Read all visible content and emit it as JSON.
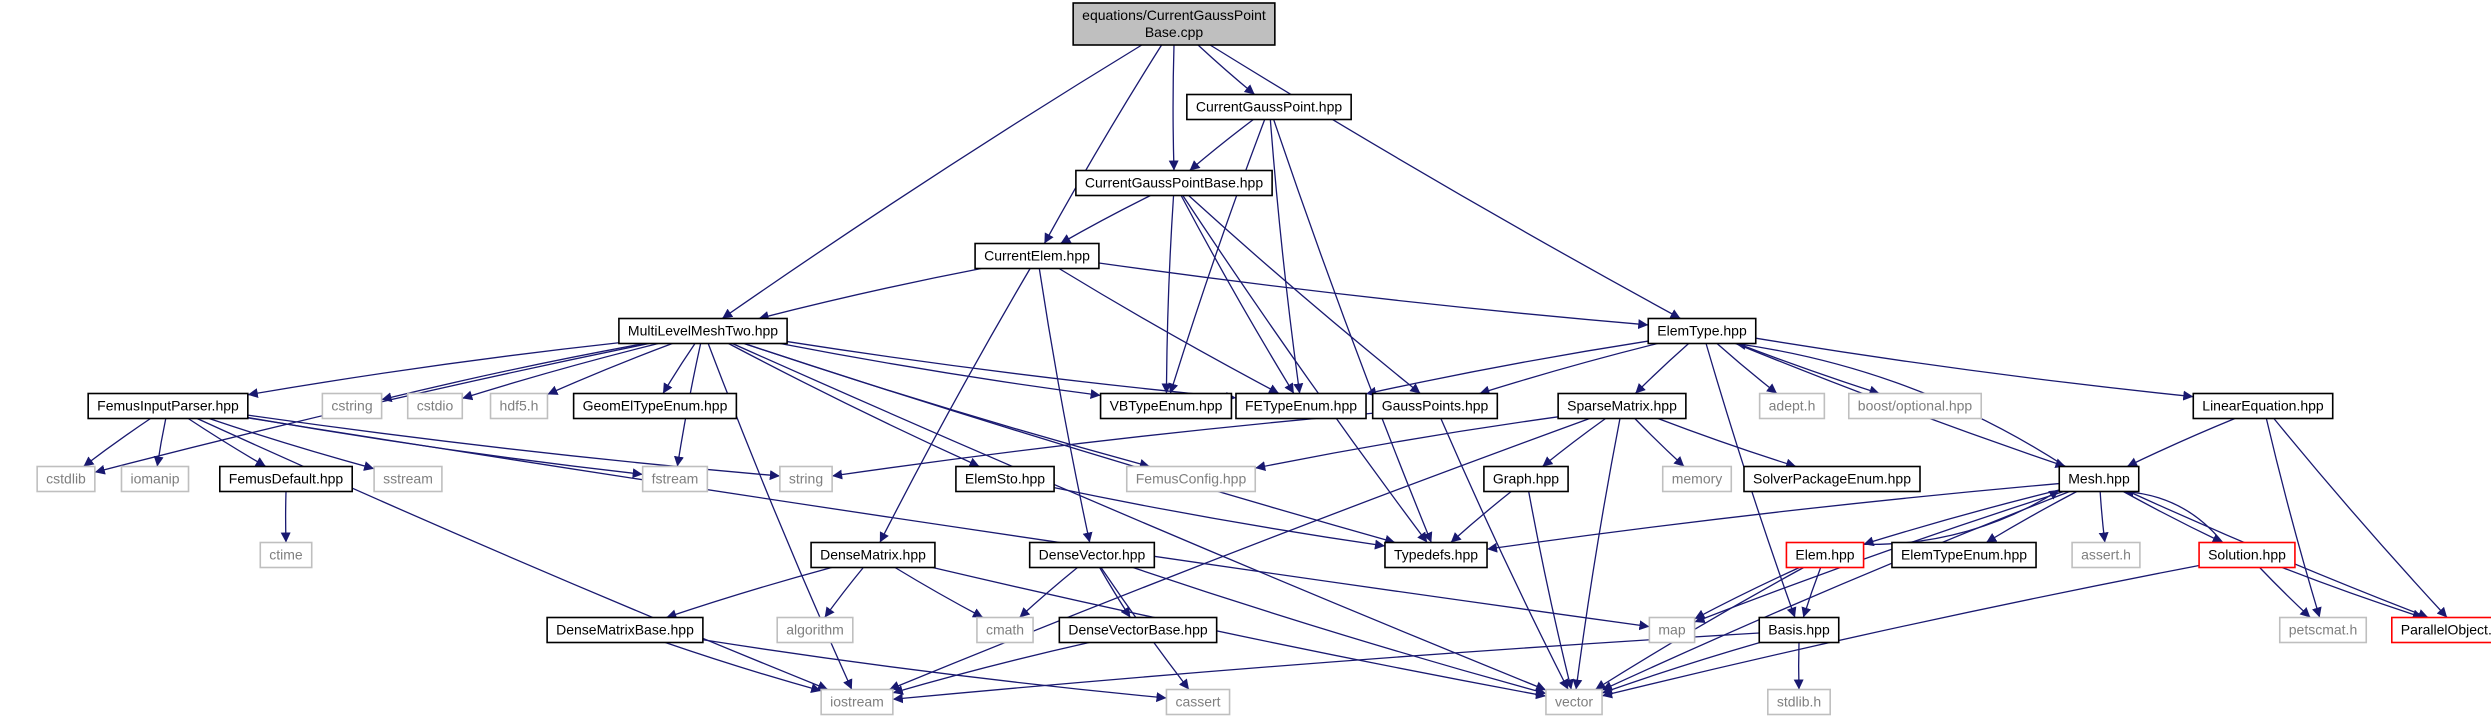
{
  "diagram": {
    "root": "root",
    "nodes": [
      {
        "id": "root",
        "lines": [
          "equations/CurrentGaussPoint",
          "Base.cpp"
        ],
        "kind": "root"
      },
      {
        "id": "cgp",
        "lines": [
          "CurrentGaussPoint.hpp"
        ],
        "kind": "header"
      },
      {
        "id": "cgpb",
        "lines": [
          "CurrentGaussPointBase.hpp"
        ],
        "kind": "header"
      },
      {
        "id": "celem",
        "lines": [
          "CurrentElem.hpp"
        ],
        "kind": "header"
      },
      {
        "id": "mlmt",
        "lines": [
          "MultiLevelMeshTwo.hpp"
        ],
        "kind": "header"
      },
      {
        "id": "elemtype",
        "lines": [
          "ElemType.hpp"
        ],
        "kind": "header"
      },
      {
        "id": "fip",
        "lines": [
          "FemusInputParser.hpp"
        ],
        "kind": "header"
      },
      {
        "id": "cstring",
        "lines": [
          "cstring"
        ],
        "kind": "system"
      },
      {
        "id": "cstdio",
        "lines": [
          "cstdio"
        ],
        "kind": "system"
      },
      {
        "id": "hdf5",
        "lines": [
          "hdf5.h"
        ],
        "kind": "system"
      },
      {
        "id": "geomel",
        "lines": [
          "GeomElTypeEnum.hpp"
        ],
        "kind": "header"
      },
      {
        "id": "vbtype",
        "lines": [
          "VBTypeEnum.hpp"
        ],
        "kind": "header"
      },
      {
        "id": "fetype",
        "lines": [
          "FETypeEnum.hpp"
        ],
        "kind": "header"
      },
      {
        "id": "gausspts",
        "lines": [
          "GaussPoints.hpp"
        ],
        "kind": "header"
      },
      {
        "id": "sparse",
        "lines": [
          "SparseMatrix.hpp"
        ],
        "kind": "header"
      },
      {
        "id": "adept",
        "lines": [
          "adept.h"
        ],
        "kind": "system"
      },
      {
        "id": "boostopt",
        "lines": [
          "boost/optional.hpp"
        ],
        "kind": "system"
      },
      {
        "id": "lineq",
        "lines": [
          "LinearEquation.hpp"
        ],
        "kind": "header"
      },
      {
        "id": "cstdlib",
        "lines": [
          "cstdlib"
        ],
        "kind": "system"
      },
      {
        "id": "iomanip",
        "lines": [
          "iomanip"
        ],
        "kind": "system"
      },
      {
        "id": "femdef",
        "lines": [
          "FemusDefault.hpp"
        ],
        "kind": "header"
      },
      {
        "id": "sstream",
        "lines": [
          "sstream"
        ],
        "kind": "system"
      },
      {
        "id": "fstream",
        "lines": [
          "fstream"
        ],
        "kind": "system"
      },
      {
        "id": "string",
        "lines": [
          "string"
        ],
        "kind": "system"
      },
      {
        "id": "elemsto",
        "lines": [
          "ElemSto.hpp"
        ],
        "kind": "header"
      },
      {
        "id": "femcfg",
        "lines": [
          "FemusConfig.hpp"
        ],
        "kind": "system"
      },
      {
        "id": "graph",
        "lines": [
          "Graph.hpp"
        ],
        "kind": "header"
      },
      {
        "id": "memory",
        "lines": [
          "memory"
        ],
        "kind": "system"
      },
      {
        "id": "solvpkg",
        "lines": [
          "SolverPackageEnum.hpp"
        ],
        "kind": "header"
      },
      {
        "id": "mesh",
        "lines": [
          "Mesh.hpp"
        ],
        "kind": "header"
      },
      {
        "id": "ctime",
        "lines": [
          "ctime"
        ],
        "kind": "system"
      },
      {
        "id": "typedefs",
        "lines": [
          "Typedefs.hpp"
        ],
        "kind": "header"
      },
      {
        "id": "elem",
        "lines": [
          "Elem.hpp"
        ],
        "kind": "truncated"
      },
      {
        "id": "elemtypeenum",
        "lines": [
          "ElemTypeEnum.hpp"
        ],
        "kind": "header"
      },
      {
        "id": "asserth",
        "lines": [
          "assert.h"
        ],
        "kind": "system"
      },
      {
        "id": "solution",
        "lines": [
          "Solution.hpp"
        ],
        "kind": "truncated"
      },
      {
        "id": "densemat",
        "lines": [
          "DenseMatrix.hpp"
        ],
        "kind": "header"
      },
      {
        "id": "densevec",
        "lines": [
          "DenseVector.hpp"
        ],
        "kind": "header"
      },
      {
        "id": "algorithm",
        "lines": [
          "algorithm"
        ],
        "kind": "system"
      },
      {
        "id": "cmath",
        "lines": [
          "cmath"
        ],
        "kind": "system"
      },
      {
        "id": "map",
        "lines": [
          "map"
        ],
        "kind": "system"
      },
      {
        "id": "basis",
        "lines": [
          "Basis.hpp"
        ],
        "kind": "header"
      },
      {
        "id": "petscmat",
        "lines": [
          "petscmat.h"
        ],
        "kind": "system"
      },
      {
        "id": "parobj",
        "lines": [
          "ParallelObject.hpp"
        ],
        "kind": "truncated"
      },
      {
        "id": "densematbase",
        "lines": [
          "DenseMatrixBase.hpp"
        ],
        "kind": "header"
      },
      {
        "id": "densevecbase",
        "lines": [
          "DenseVectorBase.hpp"
        ],
        "kind": "header"
      },
      {
        "id": "iostream",
        "lines": [
          "iostream"
        ],
        "kind": "system"
      },
      {
        "id": "cassert",
        "lines": [
          "cassert"
        ],
        "kind": "system"
      },
      {
        "id": "vector",
        "lines": [
          "vector"
        ],
        "kind": "system"
      },
      {
        "id": "stdlib",
        "lines": [
          "stdlib.h"
        ],
        "kind": "system"
      }
    ],
    "edges": [
      [
        "root",
        "cgp"
      ],
      [
        "root",
        "cgpb"
      ],
      [
        "root",
        "celem"
      ],
      [
        "root",
        "mlmt"
      ],
      [
        "root",
        "elemtype"
      ],
      [
        "cgp",
        "cgpb"
      ],
      [
        "cgp",
        "vbtype"
      ],
      [
        "cgp",
        "fetype"
      ],
      [
        "cgp",
        "typedefs"
      ],
      [
        "cgpb",
        "celem"
      ],
      [
        "cgpb",
        "vbtype"
      ],
      [
        "cgpb",
        "fetype"
      ],
      [
        "cgpb",
        "gausspts"
      ],
      [
        "cgpb",
        "typedefs"
      ],
      [
        "celem",
        "mlmt"
      ],
      [
        "celem",
        "elemtype"
      ],
      [
        "celem",
        "fetype"
      ],
      [
        "celem",
        "densemat"
      ],
      [
        "celem",
        "densevec"
      ],
      [
        "mlmt",
        "fip"
      ],
      [
        "mlmt",
        "cstring"
      ],
      [
        "mlmt",
        "cstdio"
      ],
      [
        "mlmt",
        "hdf5"
      ],
      [
        "mlmt",
        "geomel"
      ],
      [
        "mlmt",
        "vbtype"
      ],
      [
        "mlmt",
        "fetype"
      ],
      [
        "mlmt",
        "cstdlib"
      ],
      [
        "mlmt",
        "fstream"
      ],
      [
        "mlmt",
        "elemsto"
      ],
      [
        "mlmt",
        "femcfg"
      ],
      [
        "mlmt",
        "typedefs"
      ],
      [
        "mlmt",
        "iostream"
      ],
      [
        "mlmt",
        "vector"
      ],
      [
        "elemtype",
        "fetype"
      ],
      [
        "elemtype",
        "gausspts"
      ],
      [
        "elemtype",
        "sparse"
      ],
      [
        "elemtype",
        "adept"
      ],
      [
        "elemtype",
        "boostopt"
      ],
      [
        "elemtype",
        "lineq"
      ],
      [
        "elemtype",
        "mesh"
      ],
      [
        "elemtype",
        "basis"
      ],
      [
        "fip",
        "cstdlib"
      ],
      [
        "fip",
        "iomanip"
      ],
      [
        "fip",
        "femdef"
      ],
      [
        "fip",
        "sstream"
      ],
      [
        "fip",
        "fstream"
      ],
      [
        "fip",
        "string"
      ],
      [
        "fip",
        "map"
      ],
      [
        "fip",
        "iostream"
      ],
      [
        "femdef",
        "ctime"
      ],
      [
        "gausspts",
        "string"
      ],
      [
        "gausspts",
        "vector"
      ],
      [
        "sparse",
        "femcfg"
      ],
      [
        "sparse",
        "graph"
      ],
      [
        "sparse",
        "memory"
      ],
      [
        "sparse",
        "solvpkg"
      ],
      [
        "sparse",
        "vector"
      ],
      [
        "sparse",
        "iostream"
      ],
      [
        "graph",
        "typedefs"
      ],
      [
        "graph",
        "vector"
      ],
      [
        "elemsto",
        "typedefs"
      ],
      [
        "lineq",
        "mesh"
      ],
      [
        "lineq",
        "petscmat"
      ],
      [
        "lineq",
        "parobj"
      ],
      [
        "mesh",
        "elemtype"
      ],
      [
        "mesh",
        "typedefs"
      ],
      [
        "mesh",
        "elem"
      ],
      [
        "mesh",
        "elemtypeenum"
      ],
      [
        "mesh",
        "asserth"
      ],
      [
        "mesh",
        "solution"
      ],
      [
        "mesh",
        "parobj"
      ],
      [
        "mesh",
        "vector"
      ],
      [
        "mesh",
        "map"
      ],
      [
        "elem",
        "mesh"
      ],
      [
        "elem",
        "map"
      ],
      [
        "elem",
        "basis"
      ],
      [
        "elem",
        "vector"
      ],
      [
        "solution",
        "mesh"
      ],
      [
        "solution",
        "petscmat"
      ],
      [
        "solution",
        "parobj"
      ],
      [
        "solution",
        "vector"
      ],
      [
        "basis",
        "iostream"
      ],
      [
        "basis",
        "vector"
      ],
      [
        "basis",
        "stdlib"
      ],
      [
        "densemat",
        "densematbase"
      ],
      [
        "densemat",
        "algorithm"
      ],
      [
        "densemat",
        "cmath"
      ],
      [
        "densemat",
        "vector"
      ],
      [
        "densematbase",
        "iostream"
      ],
      [
        "densematbase",
        "cassert"
      ],
      [
        "densevec",
        "cmath"
      ],
      [
        "densevec",
        "densevecbase"
      ],
      [
        "densevec",
        "cassert"
      ],
      [
        "densevec",
        "vector"
      ],
      [
        "densevecbase",
        "iostream"
      ]
    ],
    "colors": {
      "edge": "#191970",
      "header_border": "#000000",
      "system_border": "#bfbfbf",
      "system_text": "#7f7f7f",
      "truncated_border": "#ff0000",
      "root_fill": "#bfbfbf"
    }
  }
}
